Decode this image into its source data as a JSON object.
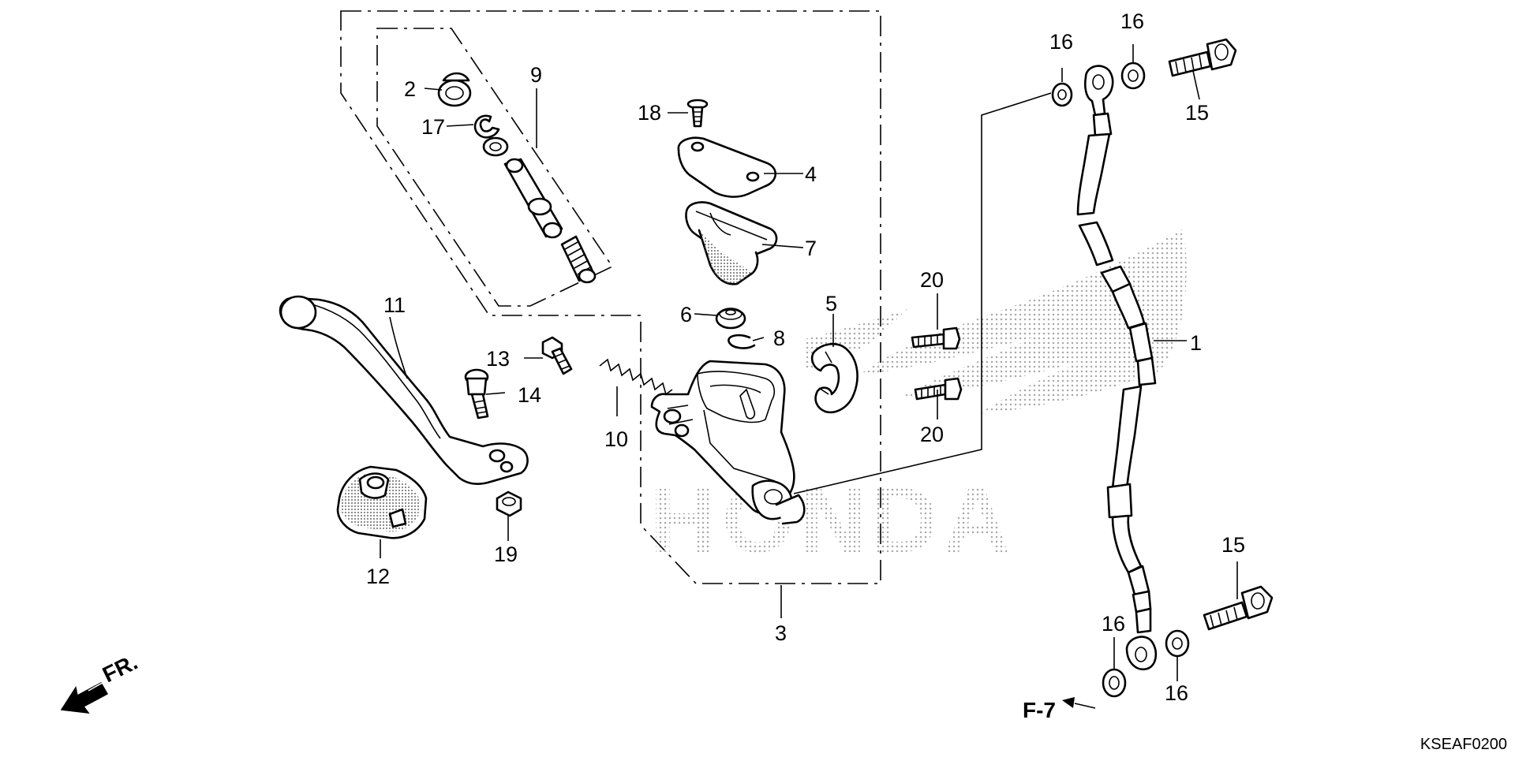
{
  "diagram": {
    "watermark": {
      "text": "HONDA"
    },
    "reference": "F-7",
    "direction_label": "FR.",
    "diagram_code": "KSEAF0200",
    "callouts": {
      "c1": "1",
      "c2": "2",
      "c3": "3",
      "c4": "4",
      "c5": "5",
      "c6": "6",
      "c7": "7",
      "c8": "8",
      "c9": "9",
      "c10": "10",
      "c11": "11",
      "c12": "12",
      "c13": "13",
      "c14": "14",
      "c15a": "15",
      "c15b": "15",
      "c16a": "16",
      "c16b": "16",
      "c16c": "16",
      "c16d": "16",
      "c17": "17",
      "c18": "18",
      "c19": "19",
      "c20a": "20",
      "c20b": "20"
    },
    "colors": {
      "ink": "#000000",
      "background": "#ffffff",
      "watermark": "#bdbdbd"
    }
  }
}
